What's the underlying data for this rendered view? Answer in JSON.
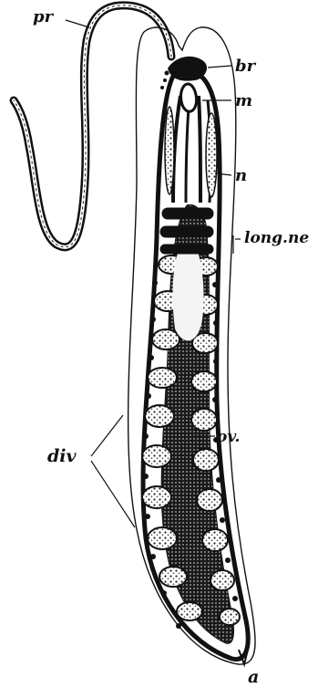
{
  "figure": {
    "ink": "#111111",
    "paper": "#ffffff",
    "labels": {
      "pr": "pr",
      "br": "br",
      "m": "m",
      "n": "n",
      "long_ne": "long.ne",
      "ov": "ov.",
      "div": "div",
      "a": "a"
    }
  }
}
